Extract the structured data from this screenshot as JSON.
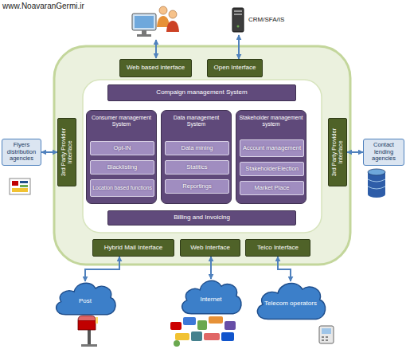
{
  "diagram": {
    "nodes": [
      {
        "text": [
          "CRM/SFA/IS"
        ]
      },
      {
        "text": [
          "Web based interface"
        ]
      },
      {
        "text": [
          "Open Interface"
        ]
      },
      {
        "text": [
          "Compaign management System"
        ]
      },
      {
        "text": [
          "Consumer management System"
        ]
      },
      {
        "text": [
          "Opt-IN"
        ],
        "in": 4
      },
      {
        "text": [
          "Blacklisting"
        ],
        "in": 4
      },
      {
        "text": [
          "Location based functions"
        ],
        "in": 4
      },
      {
        "text": [
          "Data management System"
        ]
      },
      {
        "text": [
          "Data mining"
        ],
        "in": 8
      },
      {
        "text": [
          "Statitics"
        ],
        "in": 8
      },
      {
        "text": [
          "Reportings"
        ],
        "in": 8
      },
      {
        "text": [
          "Stakeholder management system"
        ]
      },
      {
        "text": [
          "Account management"
        ],
        "in": 12
      },
      {
        "text": [
          "StakeholderElection"
        ],
        "in": 12
      },
      {
        "text": [
          "Market Place"
        ],
        "in": 12
      },
      {
        "text": [
          "Billing and Invoicing"
        ]
      },
      {
        "text": [
          "Flyers distribution agencies"
        ]
      },
      {
        "text": [
          "3rd Party Provider Interface"
        ]
      },
      {
        "text": [
          "3rd Party Provider Interface"
        ]
      },
      {
        "text": [
          "Contact lending agencies"
        ]
      },
      {
        "text": [
          "Hybrid Mail Interface"
        ]
      },
      {
        "text": [
          "Web Interface"
        ]
      },
      {
        "text": [
          "Telco Interface"
        ]
      },
      {
        "text": [
          "Post"
        ]
      },
      {
        "text": [
          "Internet"
        ]
      },
      {
        "text": [
          "Telecom operators"
        ]
      }
    ],
    "edges": [
      {
        "from": 0,
        "to": 2,
        "arrow": "both"
      },
      {
        "from": 17,
        "to": 18,
        "arrow": "both"
      },
      {
        "from": 19,
        "to": 20,
        "arrow": "both"
      },
      {
        "from": 21,
        "to": 24,
        "arrow": "both"
      },
      {
        "from": 22,
        "to": 25,
        "arrow": "both"
      },
      {
        "from": 23,
        "to": 26,
        "arrow": "both"
      }
    ],
    "labels": [
      "www.NoavaranGermi.ir"
    ]
  }
}
